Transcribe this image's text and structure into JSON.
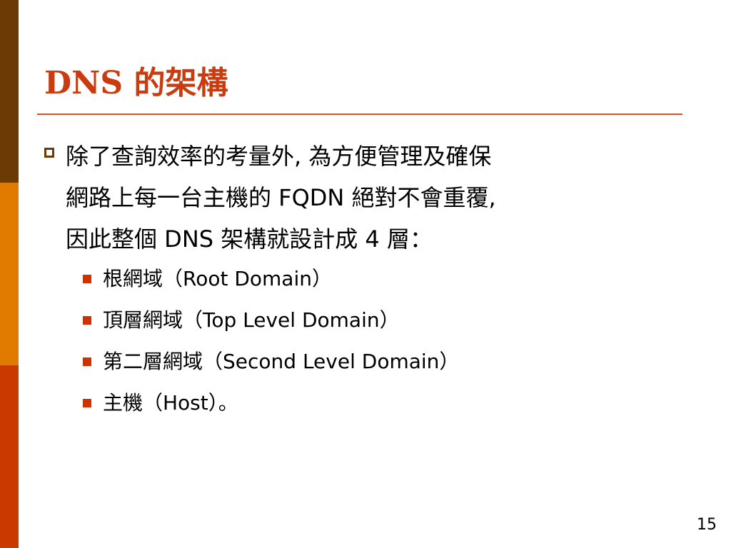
{
  "colors": {
    "bar_top": "#6b3a05",
    "bar_mid": "#e07b00",
    "bar_bottom": "#c83a00",
    "title": "#c83c10",
    "rule": "#d9531e",
    "box_marker": "#6b3a05",
    "square_marker": "#cc3300",
    "text": "#000000"
  },
  "slide": {
    "title": "DNS 的架構",
    "bullet": {
      "icon": "hollow-square-bullet",
      "lines": [
        "除了查詢效率的考量外, 為方便管理及確保",
        "網路上每一台主機的 FQDN 絕對不會重覆,",
        "因此整個 DNS 架構就設計成 4 層："
      ]
    },
    "sub_items": [
      {
        "icon": "filled-square-bullet",
        "text": "根網域（Root Domain）"
      },
      {
        "icon": "filled-square-bullet",
        "text": "頂層網域（Top Level Domain）"
      },
      {
        "icon": "filled-square-bullet",
        "text": "第二層網域（Second Level Domain）"
      },
      {
        "icon": "filled-square-bullet",
        "text": "主機（Host）。"
      }
    ],
    "page_number": "15"
  }
}
